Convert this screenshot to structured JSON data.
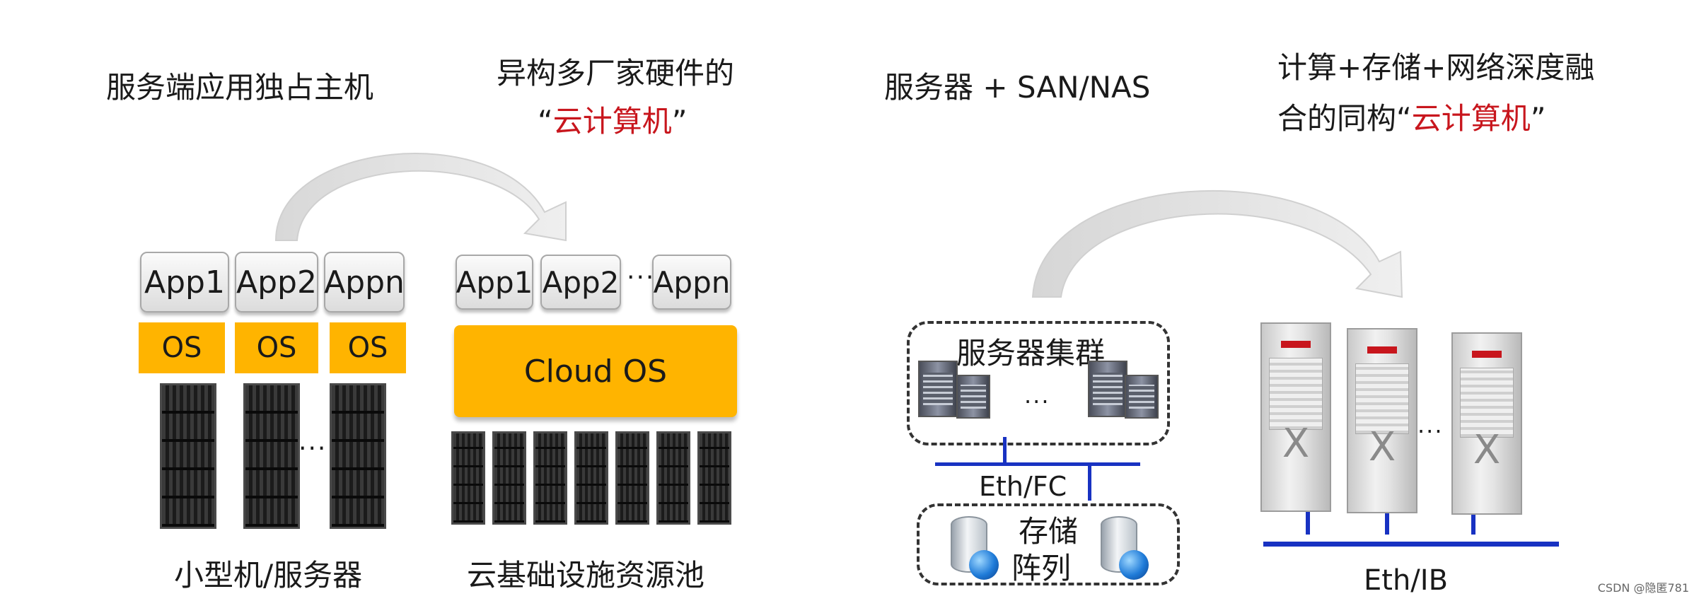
{
  "left": {
    "title1": "服务端应用独占主机",
    "title2_line1": "异构多厂家硬件的",
    "title2_quote_open": "“",
    "title2_red": "云计算机",
    "title2_quote_close": "”",
    "apps_a": [
      "App1",
      "App2",
      "Appn"
    ],
    "os_a": [
      "OS",
      "OS",
      "OS"
    ],
    "apps_b": [
      "App1",
      "App2",
      "Appn"
    ],
    "apps_b_ellipsis": "···",
    "cloud_os": "Cloud OS",
    "rack_ellipsis": "···",
    "caption_a": "小型机/服务器",
    "caption_b": "云基础设施资源池"
  },
  "right": {
    "title1": "服务器 + SAN/NAS",
    "title2_line1": "计算+存储+网络深度融",
    "title2_line2_pre": "合的同构",
    "title2_quote_open": "“",
    "title2_red": "云计算机",
    "title2_quote_close": "”",
    "server_cluster": "服务器集群",
    "cluster_ellipsis": "...",
    "network_label": "Eth/FC",
    "storage_line1": "存储",
    "storage_line2": "阵列",
    "rack_ellipsis": "...",
    "bottom_label": "Eth/IB"
  },
  "watermark": "CSDN @隐匿781",
  "colors": {
    "accent_red": "#c8161d",
    "os_yellow": "#ffb400",
    "network_blue": "#1832c2"
  }
}
